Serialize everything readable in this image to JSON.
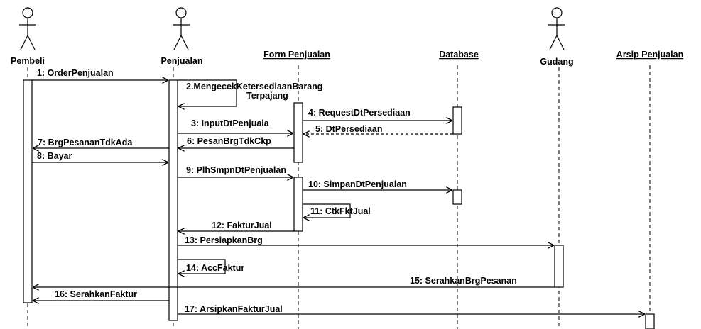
{
  "participants": {
    "pembeli": "Pembeli",
    "penjualan": "Penjualan",
    "form_penjualan": "Form Penjualan",
    "database": "Database",
    "gudang": "Gudang",
    "arsip_penjualan": "Arsip Penjualan"
  },
  "messages": {
    "m1": "1: OrderPenjualan",
    "m2a": "2.MengecekKetersediaanBarang",
    "m2b": "Terpajang",
    "m3": "3: InputDtPenjuala",
    "m4": "4: RequestDtPersediaan",
    "m5": "5: DtPersediaan",
    "m6": "6: PesanBrgTdkCkp",
    "m7": "7: BrgPesananTdkAda",
    "m8": "8: Bayar",
    "m9": "9: PlhSmpnDtPenjualan",
    "m10": "10: SimpanDtPenjualan",
    "m11": "11: CtkFktJual",
    "m12": "12: FakturJual",
    "m13": "13: PersiapkanBrg",
    "m14": "14: AccFaktur",
    "m15": "15: SerahkanBrgPesanan",
    "m16": "16: SerahkanFaktur",
    "m17": "17: ArsipkanFakturJual"
  }
}
